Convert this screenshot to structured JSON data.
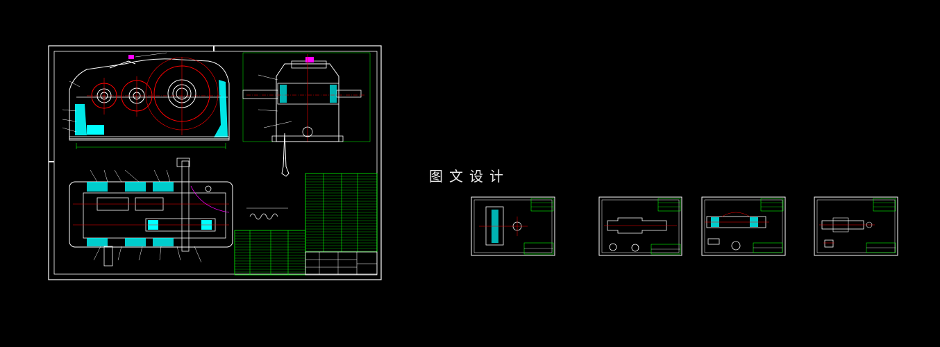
{
  "caption": "图文设计",
  "sheets": {
    "main": {
      "name": "reducer-assembly-drawing"
    },
    "thumbs": [
      {
        "name": "thumb-shaft-drawing-1"
      },
      {
        "name": "thumb-shaft-drawing-2"
      },
      {
        "name": "thumb-gear-shaft-drawing"
      },
      {
        "name": "thumb-shaft-drawing-3"
      }
    ]
  },
  "colors": {
    "background": "#000000",
    "frame": "#ffffff",
    "table": "#00ff00",
    "part_fill": "#00ffff",
    "center_line": "#ff0000",
    "highlight": "#ff00ff"
  }
}
